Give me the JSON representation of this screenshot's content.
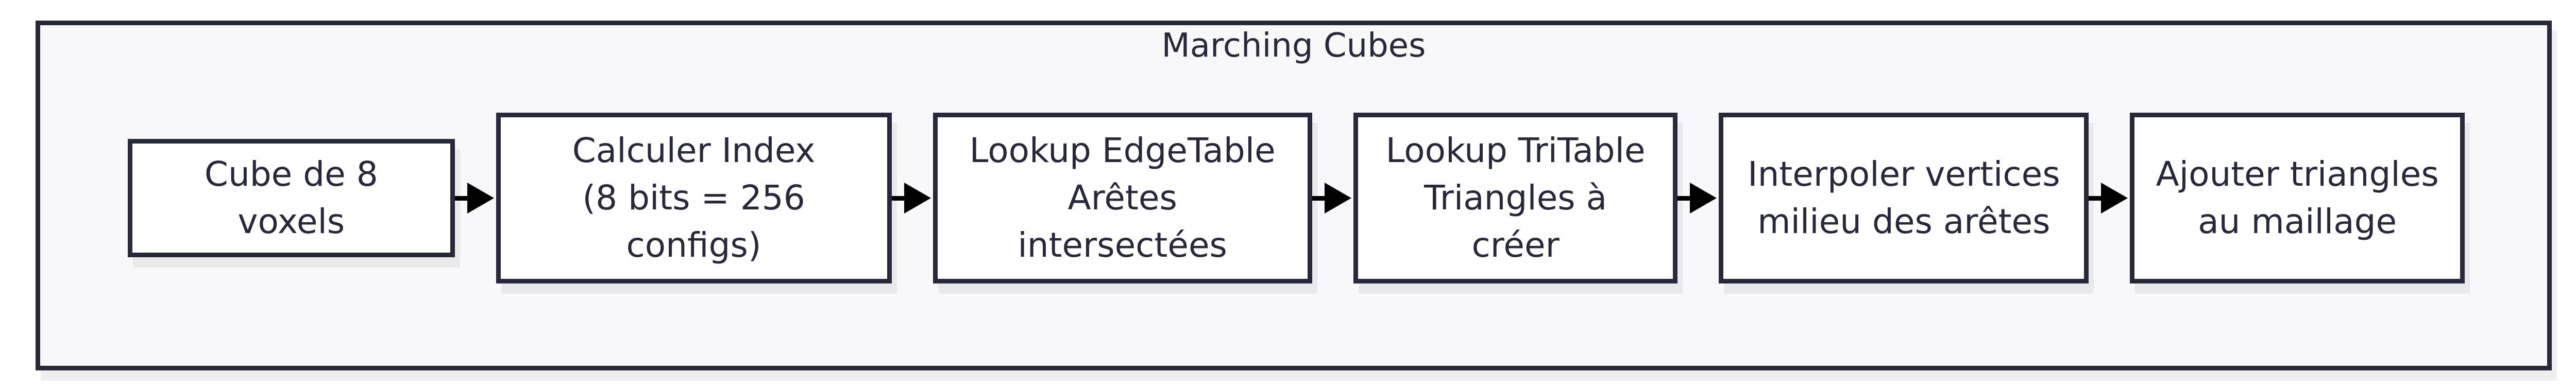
{
  "diagram": {
    "title": "Marching Cubes",
    "nodes": [
      {
        "line1": "Cube de 8 voxels",
        "line2": ""
      },
      {
        "line1": "Calculer Index",
        "line2": "(8 bits = 256 configs)"
      },
      {
        "line1": "Lookup EdgeTable",
        "line2": "Arêtes intersectées"
      },
      {
        "line1": "Lookup TriTable",
        "line2": "Triangles à créer"
      },
      {
        "line1": "Interpoler vertices",
        "line2": "milieu des arêtes"
      },
      {
        "line1": "Ajouter triangles",
        "line2": "au maillage"
      }
    ],
    "edges": [
      [
        0,
        1
      ],
      [
        1,
        2
      ],
      [
        2,
        3
      ],
      [
        3,
        4
      ],
      [
        4,
        5
      ]
    ],
    "colors": {
      "stroke": "#272839",
      "cluster_fill": "#f8f8fa",
      "node_fill": "#ffffff",
      "arrow": "#000000"
    }
  }
}
